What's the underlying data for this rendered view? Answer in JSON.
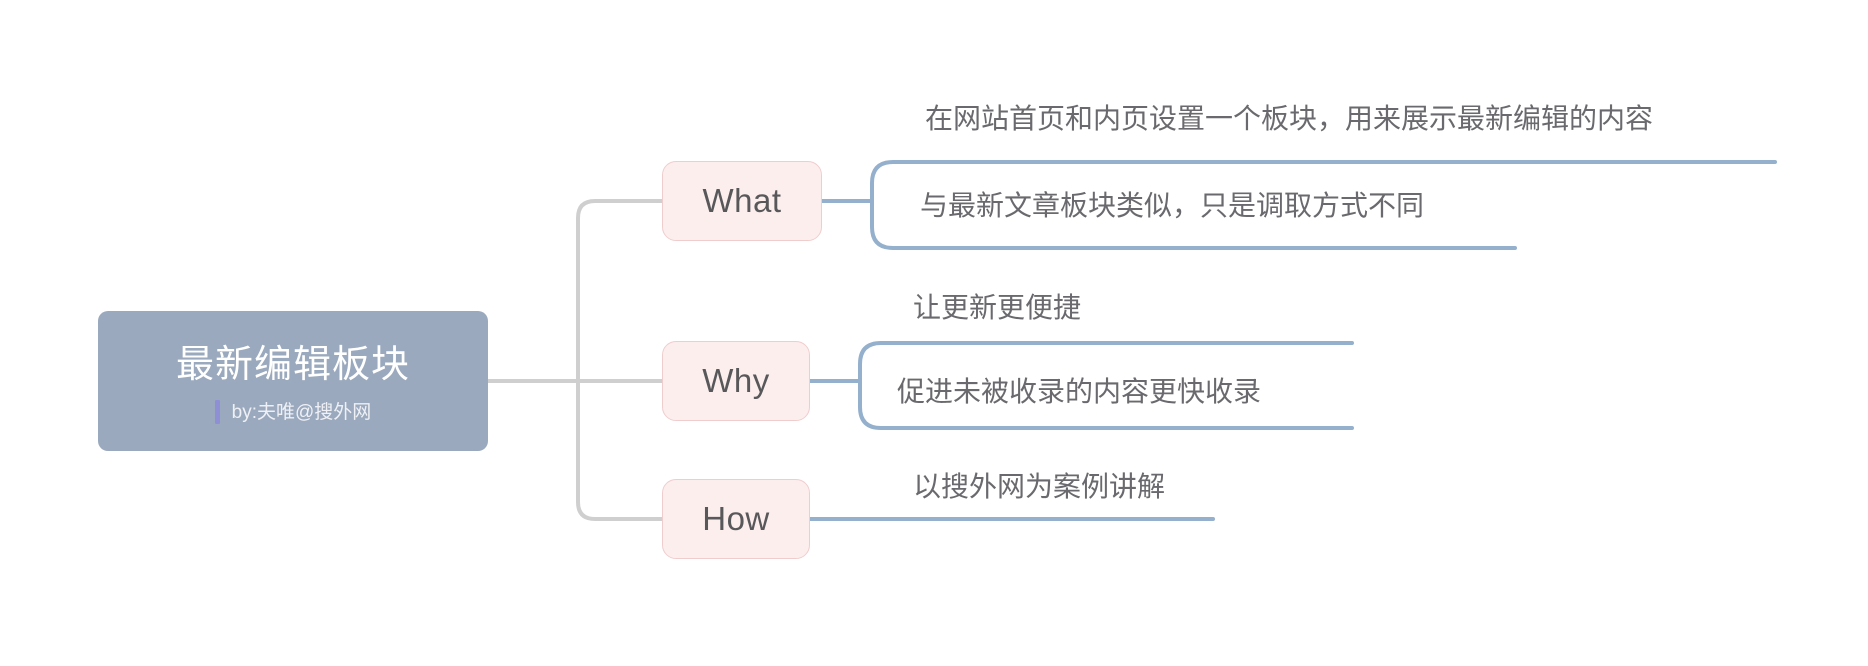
{
  "diagram": {
    "type": "mind-map",
    "title": "最新编辑板块",
    "root": {
      "label": "最新编辑板块",
      "subtitle": "by:夫唯@搜外网",
      "fill_color": "#9aa9bd",
      "text_color": "#ffffff",
      "accent_bar_color": "#8f8fd6"
    },
    "branch_style": {
      "fill_color": "#fdeeee",
      "border_color": "#f0cdcd",
      "text_color": "#58585a"
    },
    "connector_colors": {
      "root_to_branch": "#cfcfcf",
      "branch_to_leaf": "#94b0cc"
    },
    "branches": [
      {
        "label": "What",
        "leaves": [
          {
            "text": "在网站首页和内页设置一个板块，用来展示最新编辑的内容"
          },
          {
            "text": "与最新文章板块类似，只是调取方式不同"
          }
        ]
      },
      {
        "label": "Why",
        "leaves": [
          {
            "text": "让更新更便捷"
          },
          {
            "text": "促进未被收录的内容更快收录"
          }
        ]
      },
      {
        "label": "How",
        "leaves": [
          {
            "text": "以搜外网为案例讲解"
          }
        ]
      }
    ]
  }
}
